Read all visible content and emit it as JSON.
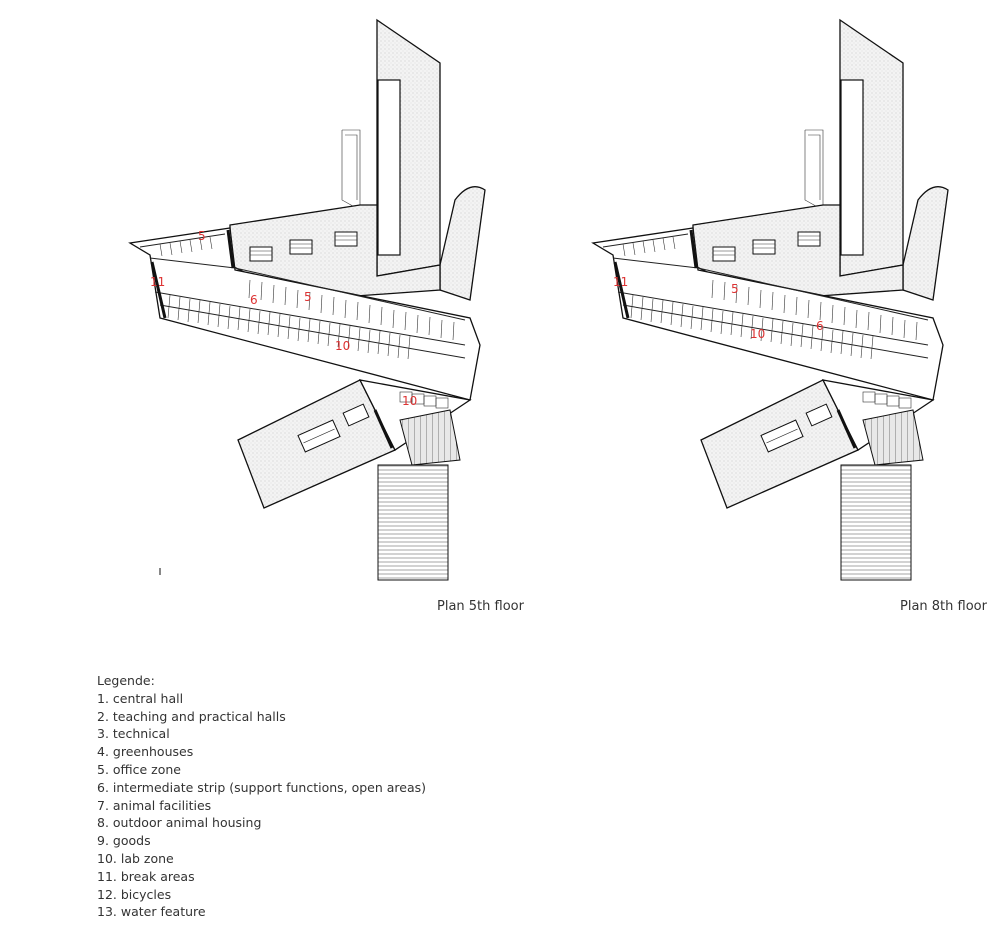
{
  "plans": [
    {
      "caption": "Plan 5th floor",
      "labels": [
        "5",
        "11",
        "6",
        "5",
        "10",
        "10"
      ]
    },
    {
      "caption": "Plan 8th floor",
      "labels": [
        "11",
        "5",
        "10",
        "6"
      ]
    }
  ],
  "legend": {
    "title": "Legende:",
    "items": [
      "1. central hall",
      "2. teaching and practical halls",
      "3. technical",
      "4. greenhouses",
      "5. office zone",
      "6. intermediate strip (support functions, open areas)",
      "7. animal facilities",
      "8. outdoor animal housing",
      "9. goods",
      "10. lab zone",
      "11. break areas",
      "12. bicycles",
      "13. water feature"
    ]
  },
  "colors": {
    "labels": "#dd3333",
    "lines": "#111111"
  }
}
